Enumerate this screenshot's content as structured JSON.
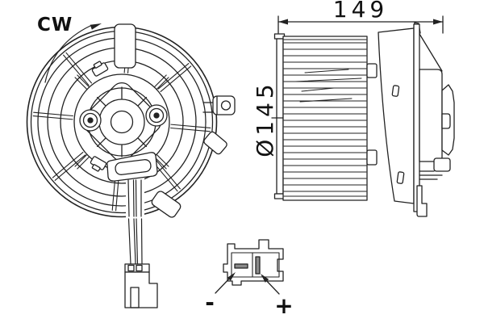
{
  "drawing": {
    "labels": {
      "rotation": "CW",
      "width": "149",
      "diameter": "Ø145",
      "negative": "-",
      "positive": "+"
    },
    "colors": {
      "line": "#222222",
      "background": "#ffffff"
    }
  }
}
